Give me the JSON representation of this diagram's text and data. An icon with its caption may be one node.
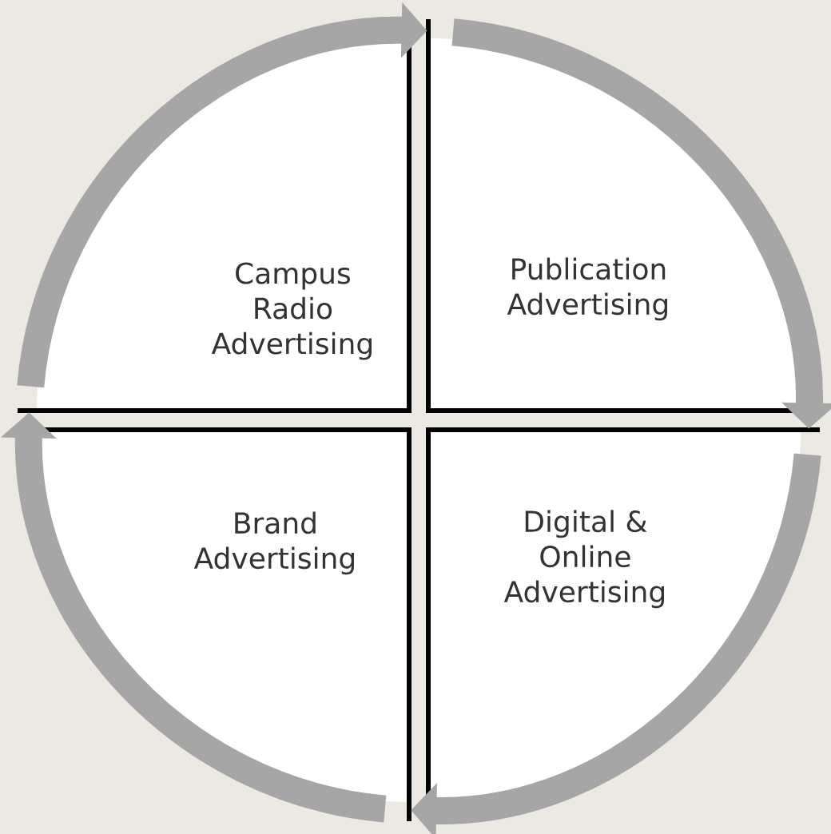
{
  "diagram": {
    "nodes": [
      {
        "text": [
          "Campus Radio Advertising"
        ]
      },
      {
        "text": [
          "Publication Advertising"
        ]
      },
      {
        "text": [
          "Digital & Online Advertising"
        ]
      },
      {
        "text": [
          "Brand Advertising"
        ]
      }
    ],
    "edges": [
      {
        "from": 0,
        "to": 1,
        "arrow": "to"
      },
      {
        "from": 1,
        "to": 2,
        "arrow": "to"
      },
      {
        "from": 2,
        "to": 3,
        "arrow": "to"
      },
      {
        "from": 3,
        "to": 0,
        "arrow": "to"
      }
    ]
  }
}
